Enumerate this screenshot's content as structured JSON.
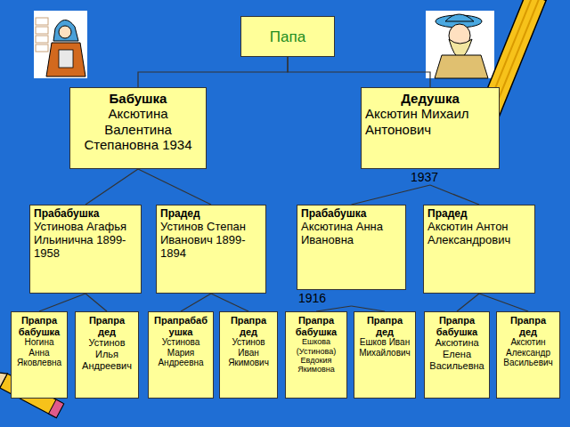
{
  "diagram": {
    "nodes": [
      {
        "text": [
          "Папа"
        ]
      },
      {
        "text": [
          "Бабушка",
          "Аксютина Валентина Степановна 1934"
        ]
      },
      {
        "text": [
          "Дедушка",
          "Аксютин Михаил Антонович",
          "1937"
        ]
      },
      {
        "text": [
          "Прабабушка",
          "Устинова Агафья Ильинична 1899-1958"
        ]
      },
      {
        "text": [
          "Прадед",
          "Устинов Степан Иванович 1899-1894"
        ]
      },
      {
        "text": [
          "Прабабушка",
          "Аксютина Анна Ивановна",
          "1916"
        ]
      },
      {
        "text": [
          "Прадед",
          "Аксютин Антон Александрович"
        ]
      },
      {
        "text": [
          "Прапра бабушка",
          "Ногина Анна Яковлевна"
        ]
      },
      {
        "text": [
          "Прапра дед",
          "Устинов Илья Андреевич"
        ]
      },
      {
        "text": [
          "Прапрабабушка",
          "Устинова Мария Андреевна"
        ]
      },
      {
        "text": [
          "Прапра дед",
          "Устинов Иван Якимович"
        ]
      },
      {
        "text": [
          "Прапра бабушка",
          "Ешкова (Устинова) Евдокия Якимовна"
        ]
      },
      {
        "text": [
          "Прапра дед",
          "Ешков Иван Михайлович"
        ]
      },
      {
        "text": [
          "Прапра бабушка",
          "Аксютина Елена Васильевна"
        ]
      },
      {
        "text": [
          "Прапра дед",
          "Аксютин Александр Васильевич"
        ]
      }
    ],
    "edges": [
      {
        "from": 0,
        "to": 1,
        "arrow": "none"
      },
      {
        "from": 0,
        "to": 2,
        "arrow": "none"
      },
      {
        "from": 1,
        "to": 3,
        "arrow": "none"
      },
      {
        "from": 1,
        "to": 4,
        "arrow": "none"
      },
      {
        "from": 2,
        "to": 5,
        "arrow": "none"
      },
      {
        "from": 2,
        "to": 6,
        "arrow": "none"
      },
      {
        "from": 3,
        "to": 7,
        "arrow": "none"
      },
      {
        "from": 3,
        "to": 8,
        "arrow": "none"
      },
      {
        "from": 4,
        "to": 9,
        "arrow": "none"
      },
      {
        "from": 4,
        "to": 10,
        "arrow": "none"
      },
      {
        "from": 5,
        "to": 11,
        "arrow": "none"
      },
      {
        "from": 5,
        "to": 12,
        "arrow": "none"
      },
      {
        "from": 6,
        "to": 13,
        "arrow": "none"
      },
      {
        "from": 6,
        "to": 14,
        "arrow": "none"
      }
    ]
  }
}
